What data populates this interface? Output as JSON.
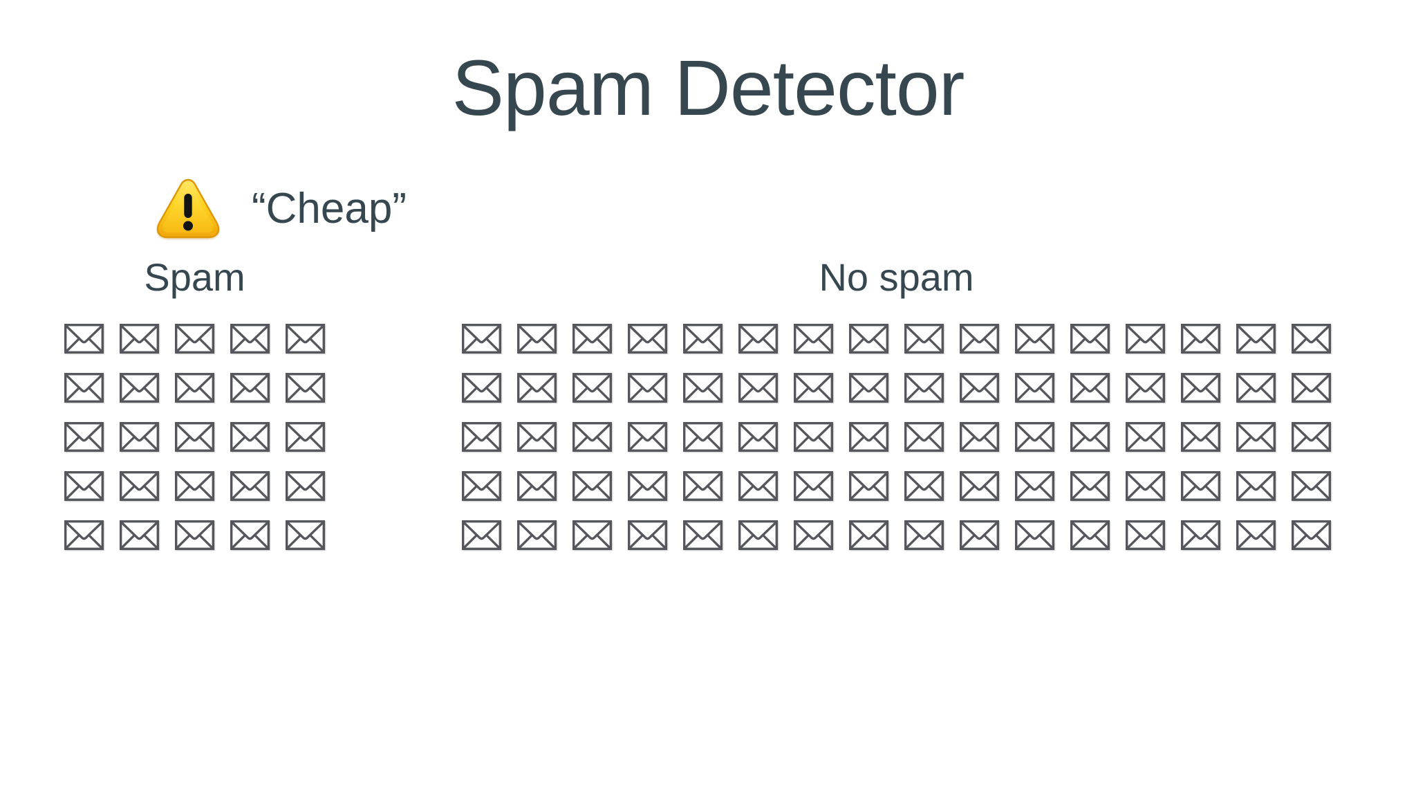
{
  "title": "Spam Detector",
  "annotation": {
    "icon": "warning-icon",
    "label": "“Cheap”"
  },
  "groups": [
    {
      "id": "spam",
      "label": "Spam",
      "item_icon": "envelope-icon",
      "rows": 5,
      "cols": 5,
      "count": 25
    },
    {
      "id": "no_spam",
      "label": "No spam",
      "item_icon": "envelope-icon",
      "rows": 5,
      "cols": 16,
      "count": 80
    }
  ],
  "colors": {
    "background": "#ffffff",
    "text": "#37474f",
    "envelope_stroke": "#55575c",
    "envelope_fill": "#fefefe",
    "warning_gold_light": "#ffe766",
    "warning_gold": "#ffd21f",
    "warning_gold_dark": "#f0a50a",
    "warning_rim": "#dd9708",
    "warning_glyph": "#131313"
  }
}
